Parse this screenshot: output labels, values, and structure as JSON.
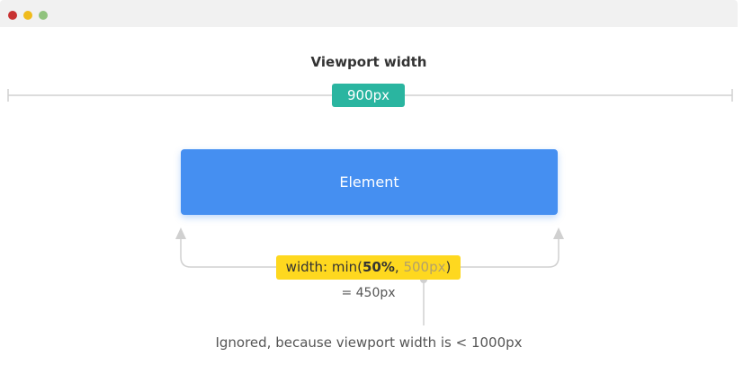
{
  "window": {
    "controls": [
      "close-dot",
      "minimize-dot",
      "maximize-dot"
    ]
  },
  "viewport": {
    "heading": "Viewport width",
    "value": "900px"
  },
  "element": {
    "label": "Element"
  },
  "formula": {
    "prefix": "width: min(",
    "percent": "50%",
    "separator": ", ",
    "ignored_value": "500px",
    "suffix": ")"
  },
  "result": "= 450px",
  "note": "Ignored, because viewport width is < 1000px",
  "colors": {
    "badge": "#2ab5a0",
    "element": "#458ff1",
    "formula_bg": "#fed81f",
    "ignored_text": "#b3a16a",
    "line": "#d0d0d0"
  }
}
